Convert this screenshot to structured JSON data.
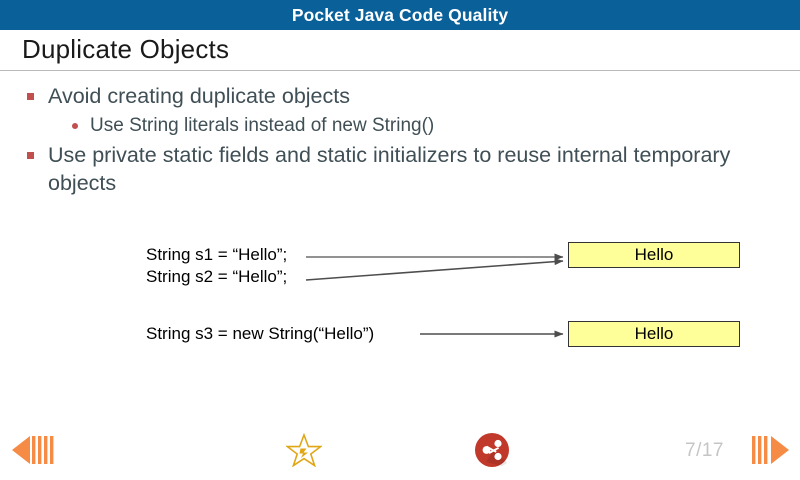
{
  "app": {
    "header_title": "Pocket Java Code Quality"
  },
  "slide": {
    "title": "Duplicate Objects",
    "bullets": [
      {
        "level": 1,
        "text": "Avoid creating duplicate objects"
      },
      {
        "level": 2,
        "text": "Use String literals instead of new String()"
      },
      {
        "level": 1,
        "text": "Use private static fields and static initializers to reuse internal temporary objects"
      }
    ],
    "diagram": {
      "code_lines": [
        "String s1 = “Hello”;",
        "String s2 = “Hello”;",
        "String s3 = new String(“Hello”)"
      ],
      "objects": [
        {
          "label": "Hello"
        },
        {
          "label": "Hello"
        }
      ],
      "box_fill": "#ffff99",
      "box_border": "#333333"
    }
  },
  "toolbar": {
    "prev_label": "previous",
    "star_label": "favorite",
    "share_label": "share",
    "next_label": "next",
    "page_indicator": "7/17",
    "icons": {
      "prev": "rewind-left-arrow-icon",
      "star": "star-icon",
      "share": "share-icon",
      "next": "fastforward-right-arrow-icon"
    }
  },
  "colors": {
    "header_blue": "#0a6099",
    "bullet_marker": "#c0504d",
    "body_text": "#3f4f55",
    "toolbar_orange": "#f58b44",
    "star_gold": "#e0a615",
    "share_red": "#c0392b",
    "page_gray": "#c5c5c5"
  }
}
